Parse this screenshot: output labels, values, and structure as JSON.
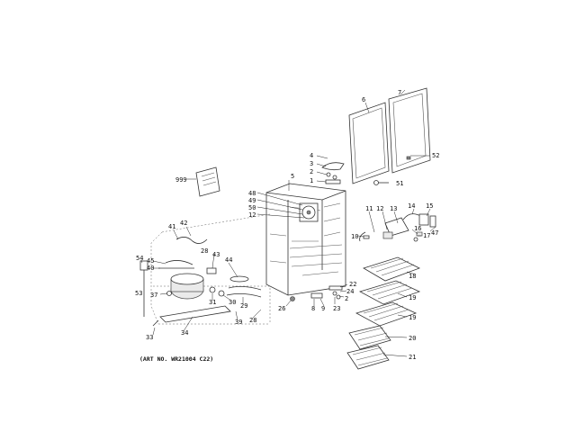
{
  "art_number": "(ART NO. WR21004 C22)",
  "callouts": [
    "1",
    "2",
    "2",
    "3",
    "4",
    "5",
    "6",
    "7",
    "8",
    "9",
    "10",
    "11",
    "12",
    "12",
    "13",
    "14",
    "15",
    "16",
    "17",
    "18",
    "19",
    "19",
    "20",
    "21",
    "22",
    "23",
    "24",
    "26",
    "28",
    "28",
    "29",
    "30",
    "31",
    "33",
    "34",
    "37",
    "39",
    "40",
    "41",
    "42",
    "43",
    "44",
    "45",
    "47",
    "48",
    "49",
    "50",
    "51",
    "52",
    "53",
    "54",
    "999"
  ]
}
